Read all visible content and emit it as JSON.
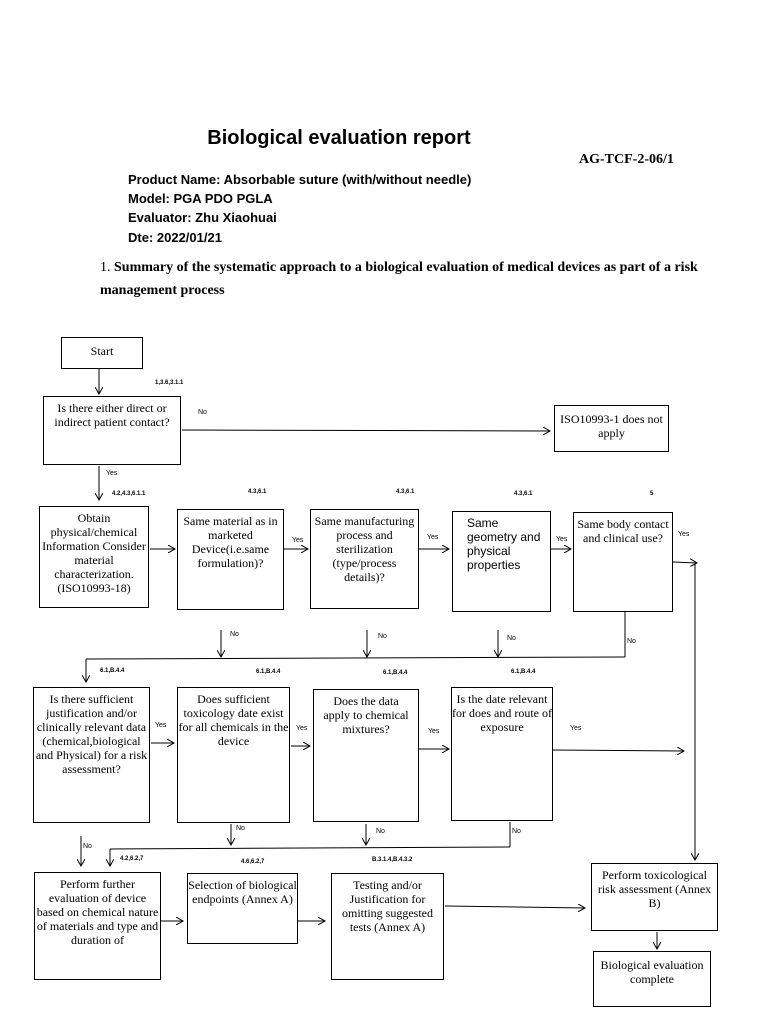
{
  "header": {
    "title": "Biological evaluation report",
    "doc_number": "AG-TCF-2-06/1",
    "product_name": "Product Name:  Absorbable suture (with/without needle)",
    "model": "Model:  PGA PDO PGLA",
    "evaluator": "Evaluator:  Zhu Xiaohuai",
    "date": "Dte: 2022/01/21"
  },
  "summary": {
    "number": "1.",
    "text": "Summary of the systematic approach to a biological evaluation of medical devices as part of a risk management process"
  },
  "flowchart": {
    "start": "Start",
    "q_contact": "Is there either direct or indirect patient contact?",
    "not_apply": "ISO10993-1 does not apply",
    "obtain": "Obtain physical/chemical Information Consider material characterization. (ISO10993-18)",
    "same_material": "Same material as in marketed Device(i.e.same formulation)?",
    "same_process": "Same manufacturing process and sterilization (type/process details)?",
    "same_geometry": "Same geometry and physical properties",
    "same_body": "Same body contact and clinical use?",
    "sufficient_justification": "Is there sufficient justification and/or clinically relevant data (chemical,biological and Physical) for a risk assessment?",
    "sufficient_tox": "Does sufficient toxicology date exist for all chemicals in the device",
    "data_apply": "Does the data apply to chemical mixtures?",
    "date_relevant": "Is the date relevant for does and route of exposure",
    "further_eval": "Perform further evaluation of device based on chemical nature of materials and type and duration of",
    "selection": "Selection of biological endpoints (Annex A)",
    "testing": "Testing and/or Justification for omitting suggested tests (Annex A)",
    "perform_tox": "Perform toxicological risk assessment (Annex B)",
    "complete": "Biological evaluation complete",
    "yes": "Yes",
    "no": "No",
    "refs": {
      "r1": "1,3.6,3.1.1",
      "r2": "4.2,4.3,6.1.1",
      "r3": "4.3,6.1",
      "r4": "4.3,6.1",
      "r5": "4.3,6.1",
      "r6": "5",
      "r7": "6.1,B.4.4",
      "r8": "6.1,B.4.4",
      "r9": "6.1,B.4.4",
      "r10": "6.1,B.4.4",
      "r11": "4.2,6.2,7",
      "r12": "4.6,6.2,7",
      "r13": "B.3.1.4,B.4.3.2"
    }
  }
}
